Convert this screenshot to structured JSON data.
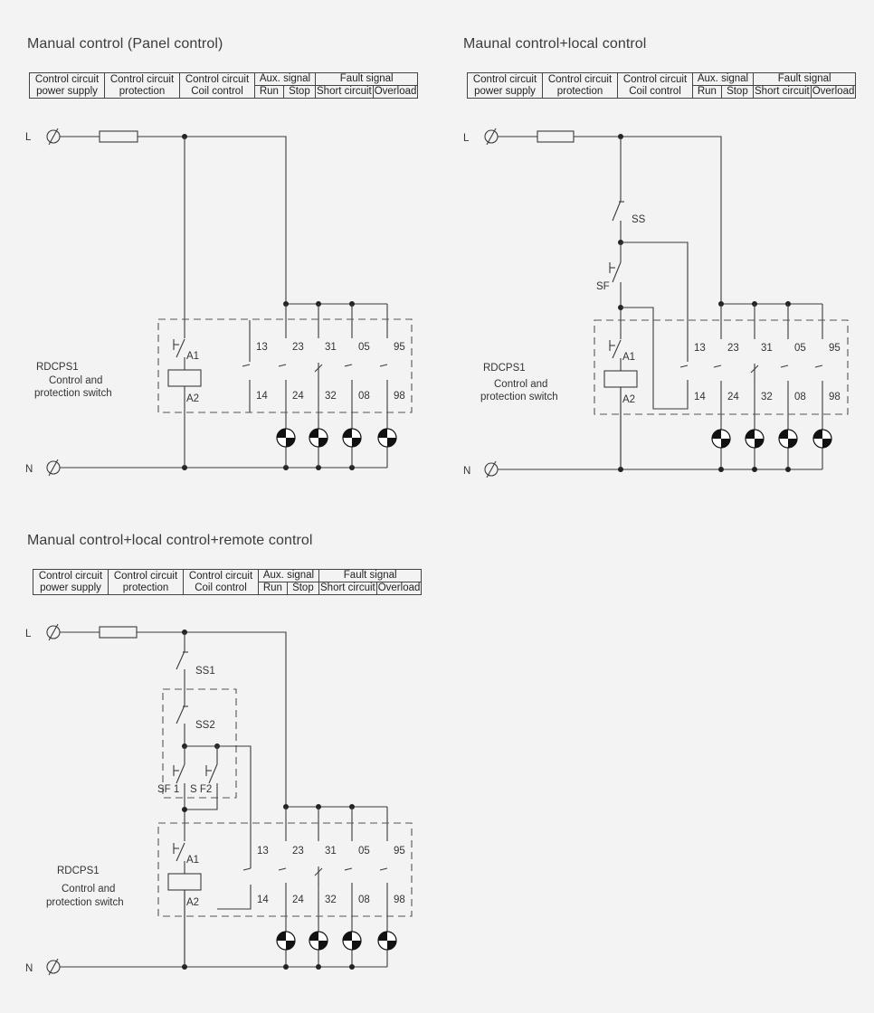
{
  "diagrams": [
    {
      "title": "Manual control (Panel control)",
      "headers": {
        "supply": [
          "Control circuit",
          "power supply"
        ],
        "protection": [
          "Control circuit",
          "protection"
        ],
        "coil": [
          "Control circuit",
          "Coil control"
        ],
        "aux": "Aux. signal",
        "run": "Run",
        "stop": "Stop",
        "fault": "Fault signal",
        "short": "Short circuit",
        "overload": "Overload"
      },
      "line_label": "L",
      "neutral_label": "N",
      "device_name": "RDCPS1",
      "device_desc": [
        "Control and",
        "protection switch"
      ],
      "coil_terms": [
        "A1",
        "A2"
      ],
      "contacts": [
        [
          "13",
          "14"
        ],
        [
          "23",
          "24"
        ],
        [
          "31",
          "32"
        ],
        [
          "05",
          "08"
        ],
        [
          "95",
          "98"
        ]
      ]
    },
    {
      "title": "Maunal control+local control",
      "headers": {
        "supply": [
          "Control circuit",
          "power supply"
        ],
        "protection": [
          "Control circuit",
          "protection"
        ],
        "coil": [
          "Control circuit",
          "Coil control"
        ],
        "aux": "Aux. signal",
        "run": "Run",
        "stop": "Stop",
        "fault": "Fault signal",
        "short": "Short circuit",
        "overload": "Overload"
      },
      "line_label": "L",
      "neutral_label": "N",
      "device_name": "RDCPS1",
      "device_desc": [
        "Control and",
        "protection switch"
      ],
      "coil_terms": [
        "A1",
        "A2"
      ],
      "contacts": [
        [
          "13",
          "14"
        ],
        [
          "23",
          "24"
        ],
        [
          "31",
          "32"
        ],
        [
          "05",
          "08"
        ],
        [
          "95",
          "98"
        ]
      ],
      "switch_labels": [
        "SS",
        "SF"
      ]
    },
    {
      "title": "Manual control+local control+remote control",
      "headers": {
        "supply": [
          "Control circuit",
          "power supply"
        ],
        "protection": [
          "Control circuit",
          "protection"
        ],
        "coil": [
          "Control circuit",
          "Coil control"
        ],
        "aux": "Aux. signal",
        "run": "Run",
        "stop": "Stop",
        "fault": "Fault signal",
        "short": "Short circuit",
        "overload": "Overload"
      },
      "line_label": "L",
      "neutral_label": "N",
      "device_name": "RDCPS1",
      "device_desc": [
        "Control and",
        "protection switch"
      ],
      "coil_terms": [
        "A1",
        "A2"
      ],
      "contacts": [
        [
          "13",
          "14"
        ],
        [
          "23",
          "24"
        ],
        [
          "31",
          "32"
        ],
        [
          "05",
          "08"
        ],
        [
          "95",
          "98"
        ]
      ],
      "switch_labels": [
        "SS1",
        "SS2",
        "SF 1",
        "S F2"
      ]
    }
  ]
}
